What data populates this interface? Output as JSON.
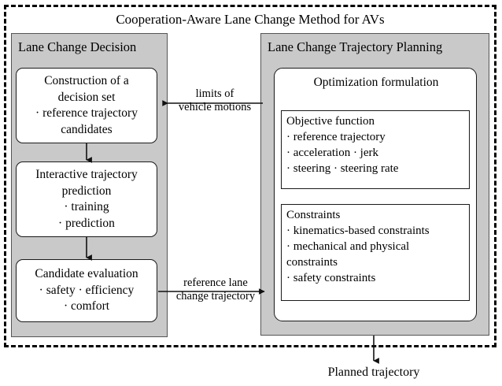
{
  "diagram": {
    "title": "Cooperation-Aware Lane Change Method for AVs",
    "output_label": "Planned trajectory"
  },
  "decision_module": {
    "header": "Lane Change Decision",
    "boxes": [
      {
        "name": "construction-of-decision-set",
        "lines": [
          "Construction of a",
          "decision set",
          "· reference trajectory",
          "candidates"
        ]
      },
      {
        "name": "interactive-trajectory-prediction",
        "lines": [
          "Interactive trajectory",
          "prediction",
          "· training",
          "· prediction"
        ]
      },
      {
        "name": "candidate-evaluation",
        "lines": [
          "Candidate evaluation",
          "· safety · efficiency",
          "· comfort"
        ]
      }
    ]
  },
  "planning_module": {
    "header": "Lane Change Trajectory Planning",
    "optimization_title": "Optimization formulation",
    "boxes": [
      {
        "name": "objective-function",
        "lines": [
          "Objective function",
          "· reference trajectory",
          "· acceleration · jerk",
          "· steering · steering rate"
        ]
      },
      {
        "name": "constraints",
        "lines": [
          "Constraints",
          "· kinematics-based constraints",
          "· mechanical and physical",
          "constraints",
          "· safety constraints"
        ]
      }
    ]
  },
  "connectors": {
    "limits_label_line1": "limits of",
    "limits_label_line2": "vehicle  motions",
    "reference_label_line1": "reference lane",
    "reference_label_line2": "change trajectory"
  },
  "colors": {
    "panel_gray": "#c9c9c9",
    "box_white": "#ffffff",
    "stroke": "#1a1a1a"
  }
}
